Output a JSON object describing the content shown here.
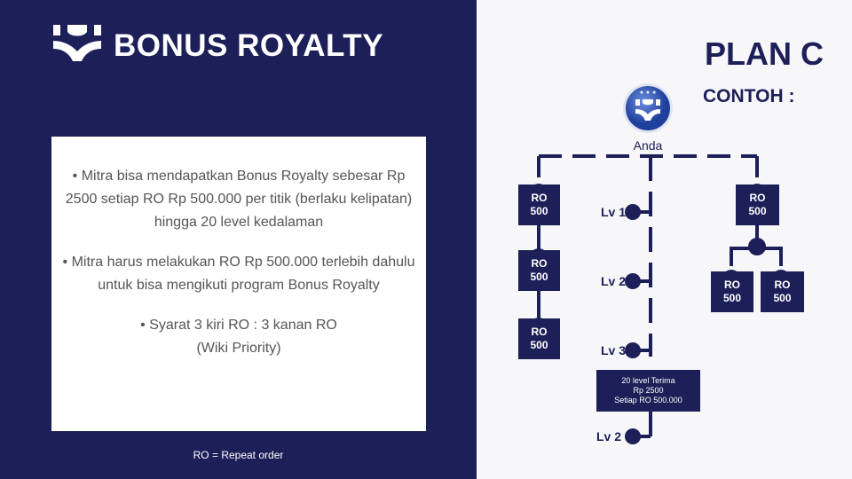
{
  "header": {
    "title": "BONUS ROYALTY"
  },
  "card": {
    "lines": [
      "• Mitra bisa mendapatkan  Bonus Royalty sebesar Rp 2500  setiap RO Rp 500.000  per titik (berlaku kelipatan) hingga  20 level kedalaman",
      "• Mitra harus melakukan  RO Rp 500.000  terlebih dahulu untuk bisa mengikuti  program Bonus Royalty",
      "• Syarat 3 kiri RO : 3 kanan RO",
      "(Wiki Priority)"
    ]
  },
  "footnote": "RO = Repeat order",
  "plan": "PLAN C",
  "contoh": "CONTOH :",
  "root": "Anda",
  "boxes": {
    "ro": "RO",
    "amount": "500"
  },
  "levels": [
    "Lv 1",
    "Lv 2",
    "Lv 3",
    "Lv 2"
  ],
  "caption": [
    "20 level  Terima",
    "Rp 2500",
    "Setiap  RO 500.000"
  ],
  "colors": {
    "navy": "#1d1f58"
  }
}
